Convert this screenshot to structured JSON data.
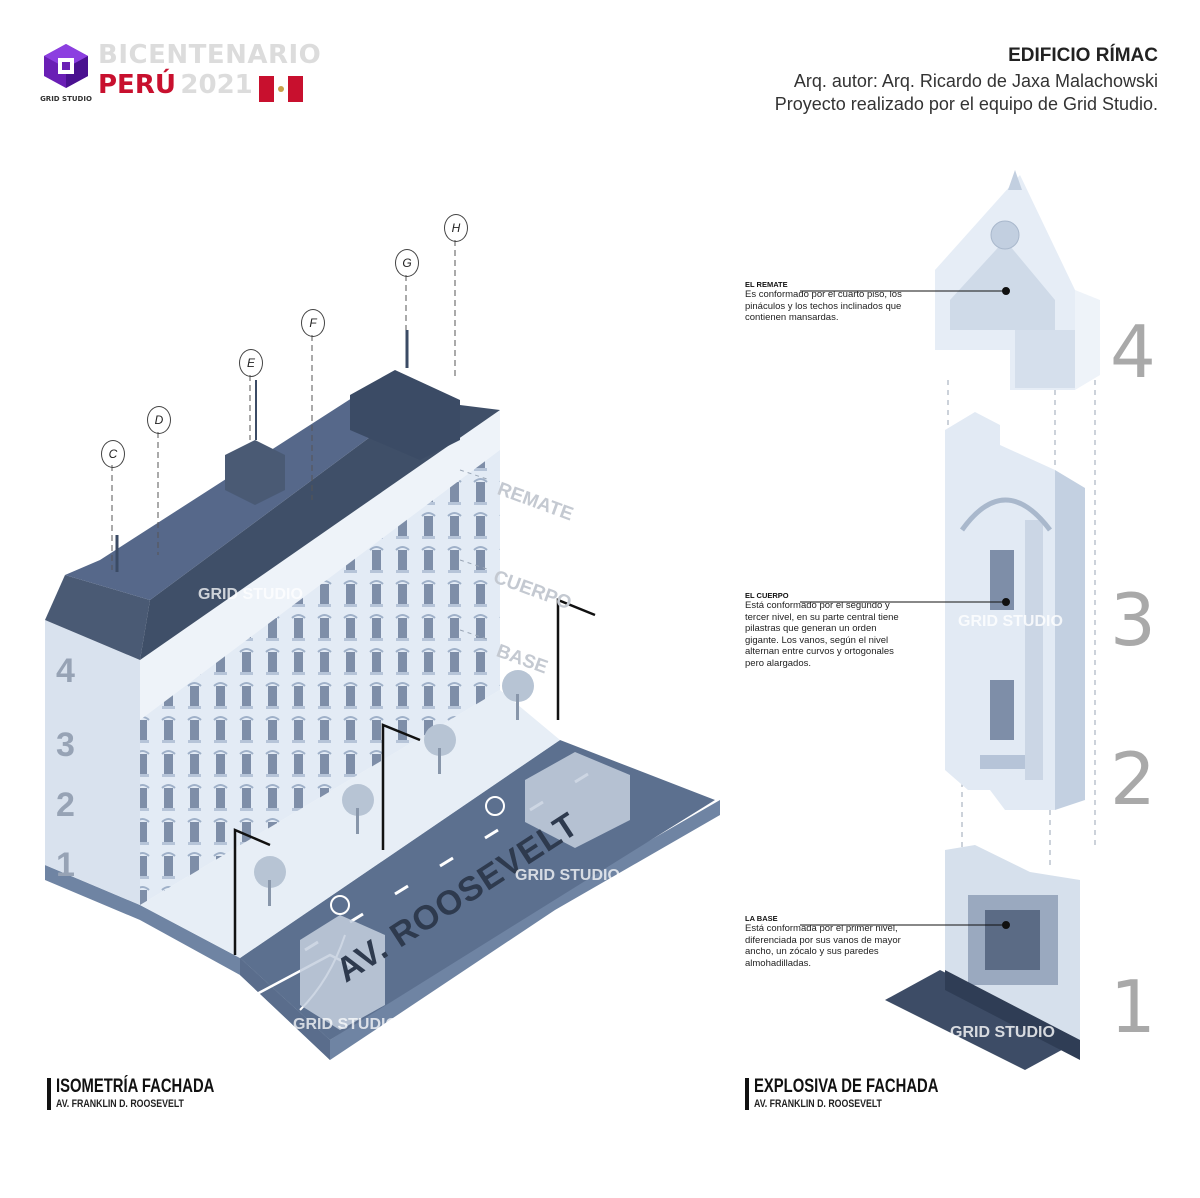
{
  "header": {
    "logo_label": "GRID STUDIO",
    "bicentenario": "BICENTENARIO",
    "peru": "PERÚ",
    "year": "2021",
    "title": "EDIFICIO RÍMAC",
    "author": "Arq. autor: Arq. Ricardo de Jaxa Malachowski",
    "credit": "Proyecto realizado por el equipo de Grid Studio."
  },
  "iso": {
    "axes": [
      "C",
      "D",
      "E",
      "F",
      "G",
      "H"
    ],
    "zones": [
      "REMATE",
      "CUERPO",
      "BASE"
    ],
    "levels": [
      "4",
      "3",
      "2",
      "1"
    ],
    "street": "AV. ROOSEVELT",
    "watermark": "GRID STUDIO"
  },
  "explosiva": {
    "levels": [
      "4",
      "3",
      "2",
      "1"
    ],
    "watermark": "GRID STUDIO",
    "callouts": [
      {
        "title": "EL REMATE",
        "text": "Es conformado por el cuarto piso, los pináculos y los techos inclinados que contienen mansardas."
      },
      {
        "title": "EL CUERPO",
        "text": "Está conformado por el segundo y tercer nivel, en su parte central tiene pilastras que generan un orden gigante. Los vanos, según el nivel alternan entre curvos y ortogonales pero alargados."
      },
      {
        "title": "LA BASE",
        "text": "Está conformada por el primer nivel, diferenciada por sus vanos de mayor ancho, un zócalo y sus paredes almohadilladas."
      }
    ]
  },
  "footer": {
    "left_title": "ISOMETRÍA FACHADA",
    "left_sub": "AV. FRANKLIN D. ROOSEVELT",
    "right_title": "EXPLOSIVA DE FACHADA",
    "right_sub": "AV. FRANKLIN D. ROOSEVELT"
  },
  "colors": {
    "roof": "#3f4f68",
    "facade": "#dde7f2",
    "road": "#5b6f8e",
    "accent_purple": "#6a1fb5",
    "peru_red": "#c8102e"
  }
}
